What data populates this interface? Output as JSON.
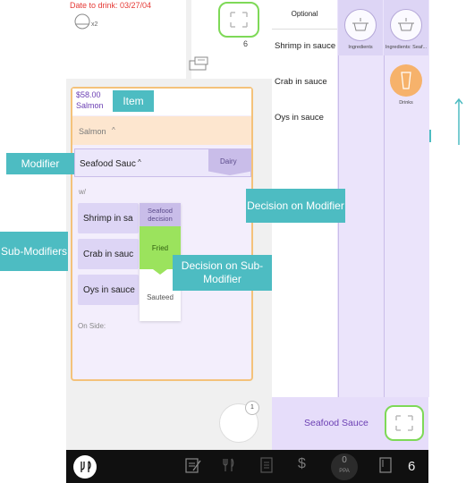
{
  "header": {
    "date_to_drink": "Date to drink: 03/27/04",
    "seat_count": "x2",
    "top_count": "6"
  },
  "item": {
    "price": "$58.00",
    "name": "Salmon",
    "group_label": "Salmon",
    "chevron": "^",
    "modifier": {
      "label": "Seafood Sauc",
      "chevron": "^",
      "tag": "Dairy"
    },
    "with_label": "w/",
    "sub_modifiers": [
      "Shrimp in sa",
      "Crab in sauc",
      "Oys in sauce"
    ],
    "decision": {
      "header": "Seafood decision",
      "options": [
        "Fried",
        "Sauteed"
      ],
      "selected": "Fried"
    },
    "on_side_label": "On Side:"
  },
  "bottom": {
    "badge": "1"
  },
  "right_panel": {
    "optional_title": "Optional",
    "optional_items": [
      "Shrimp in sauce",
      "Crab in sauce",
      "Oys in sauce"
    ],
    "categories": [
      "Ingredients",
      "Ingredients: Seaf..."
    ],
    "drinks_label": "Drinks",
    "sauce_title": "Seafood Sauce"
  },
  "toolbar": {
    "ppa_value": "0",
    "ppa_label": "PPA",
    "count": "6"
  },
  "callouts": {
    "item": "Item",
    "modifier": "Modifier",
    "decision_on_modifier": "Decision on Modifier",
    "sub_modifiers": "Sub-Modifiers",
    "decision_on_sub_modifier": "Decision on Sub-Modifier"
  },
  "colors": {
    "accent_purple": "#6b3fb3",
    "selected_green": "#9be35d",
    "callout_teal": "#4dbcc2",
    "frame_orange": "#f4c27a",
    "drinks_orange": "#f6b26b"
  }
}
